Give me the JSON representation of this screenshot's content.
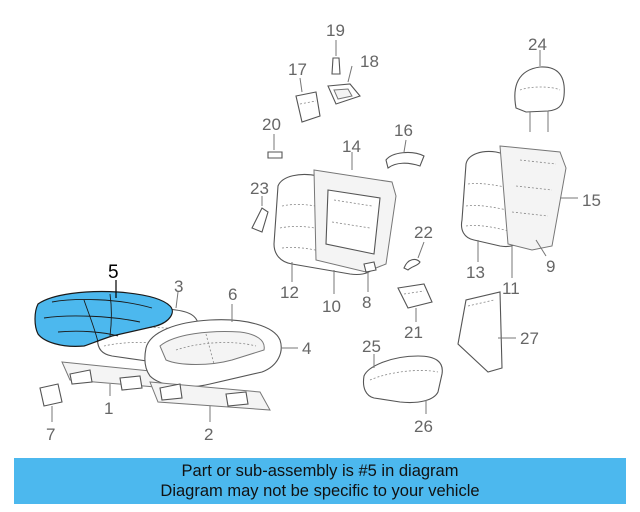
{
  "diagram": {
    "highlight_color": "#4cb8ee",
    "callouts": {
      "c1": "1",
      "c2": "2",
      "c3": "3",
      "c4": "4",
      "c5": "5",
      "c6": "6",
      "c7": "7",
      "c8": "8",
      "c9": "9",
      "c10": "10",
      "c11": "11",
      "c12": "12",
      "c13": "13",
      "c14": "14",
      "c15": "15",
      "c16": "16",
      "c17": "17",
      "c18": "18",
      "c19": "19",
      "c20": "20",
      "c21": "21",
      "c22": "22",
      "c23": "23",
      "c24": "24",
      "c25": "25",
      "c26": "26",
      "c27": "27"
    }
  },
  "banner": {
    "line1": "Part or sub-assembly is #5 in diagram",
    "line2": "Diagram may not be specific to your vehicle"
  }
}
